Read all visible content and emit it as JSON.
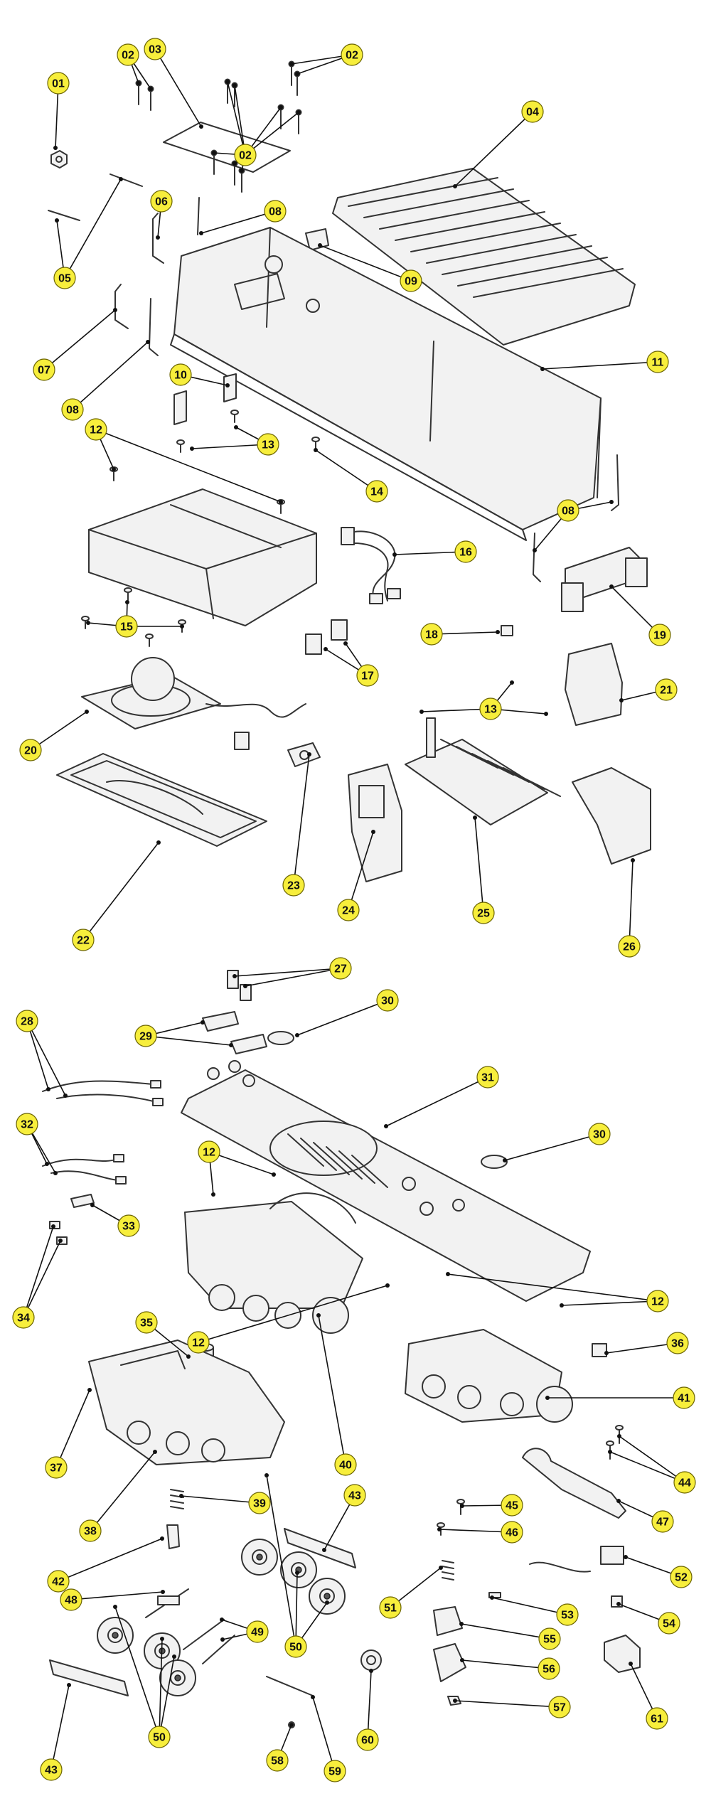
{
  "diagram": {
    "callouts": [
      "01",
      "02",
      "03",
      "04",
      "05",
      "06",
      "07",
      "08",
      "09",
      "10",
      "11",
      "12",
      "13",
      "14",
      "15",
      "16",
      "17",
      "18",
      "19",
      "20",
      "21",
      "22",
      "23",
      "24",
      "25",
      "26",
      "27",
      "28",
      "29",
      "30",
      "31",
      "32",
      "33",
      "34",
      "35",
      "36",
      "37",
      "38",
      "39",
      "40",
      "41",
      "42",
      "43",
      "44",
      "45",
      "46",
      "47",
      "48",
      "49",
      "50",
      "51",
      "52",
      "53",
      "54",
      "55",
      "56",
      "57",
      "58",
      "59",
      "60",
      "61"
    ],
    "callout_color": "#f7ee3c"
  }
}
